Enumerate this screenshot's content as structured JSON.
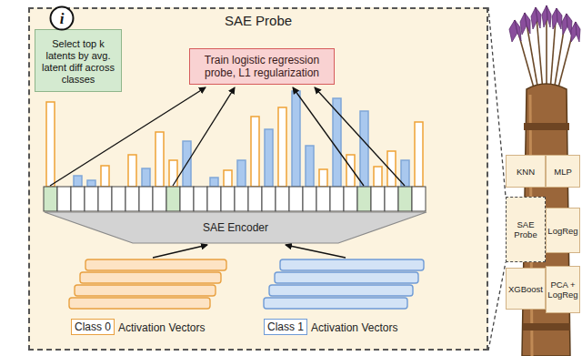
{
  "diagram": {
    "nodes": [
      {
        "text": [
          "SAE Probe"
        ]
      },
      {
        "text": [
          "i"
        ],
        "in": 0
      },
      {
        "text": [
          "Select top k latents by avg. latent diff across classes"
        ],
        "in": 0
      },
      {
        "text": [
          "Train logistic regression probe, L1 regularization"
        ],
        "in": 0
      },
      {
        "text": [
          "SAE Encoder"
        ],
        "in": 0
      },
      {
        "text": [
          "Class 0"
        ],
        "in": 0
      },
      {
        "text": [
          "Class 1"
        ],
        "in": 0
      },
      {
        "text": [
          "KNN"
        ]
      },
      {
        "text": [
          "MLP"
        ]
      },
      {
        "text": [
          "SAE Probe"
        ]
      },
      {
        "text": [
          "LogReg"
        ]
      },
      {
        "text": [
          "XGBoost"
        ]
      },
      {
        "text": [
          "PCA + LogReg"
        ]
      }
    ],
    "edges": [
      {
        "from": 0,
        "to": 9,
        "arrow": "none"
      }
    ],
    "labels": [
      "Activation Vectors",
      "Activation Vectors"
    ]
  }
}
